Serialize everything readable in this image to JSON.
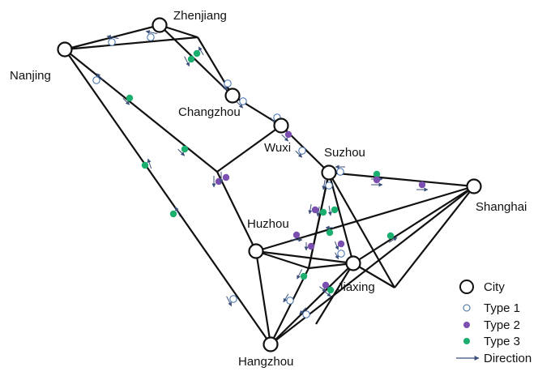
{
  "diagram": {
    "edge_color": "#111111",
    "colors": {
      "type1_fill": "#ffffff",
      "type1_stroke": "#3b6aa8",
      "type2": "#7b4fb0",
      "type3": "#1aae6f",
      "arrow": "#3b4f7a",
      "city_fill": "#ffffff",
      "city_stroke": "#111111"
    },
    "cities": [
      {
        "id": "zhenjiang",
        "label": "Zhenjiang"
      },
      {
        "id": "nanjing",
        "label": "Nanjing"
      },
      {
        "id": "changzhou",
        "label": "Changzhou"
      },
      {
        "id": "wuxi",
        "label": "Wuxi"
      },
      {
        "id": "suzhou",
        "label": "Suzhou"
      },
      {
        "id": "shanghai",
        "label": "Shanghai"
      },
      {
        "id": "huzhou",
        "label": "Huzhou"
      },
      {
        "id": "jiaxing",
        "label": "Jiaxing"
      },
      {
        "id": "hangzhou",
        "label": "Hangzhou"
      }
    ]
  },
  "legend": {
    "city": "City",
    "type1": "Type 1",
    "type2": "Type 2",
    "type3": "Type 3",
    "direction": "Direction"
  }
}
